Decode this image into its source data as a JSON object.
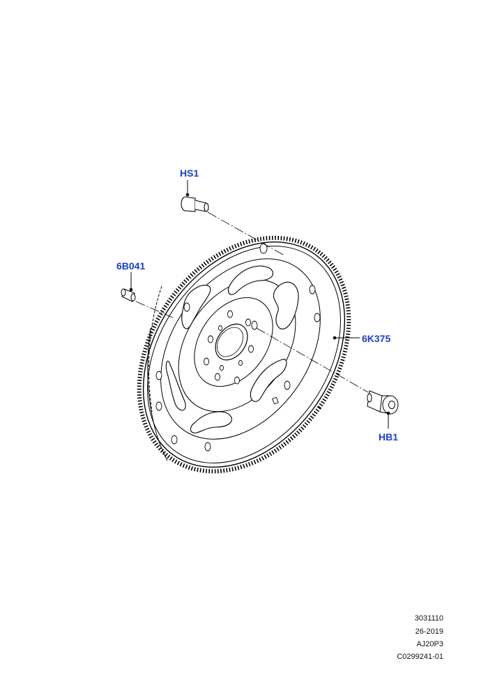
{
  "callouts": {
    "hs1": "HS1",
    "b6041": "6B041",
    "k6375": "6K375",
    "hb1": "HB1"
  },
  "meta": {
    "line1": "3031110",
    "line2": "26-2019",
    "line3": "AJ20P3",
    "line4": "C0299241-01"
  },
  "colors": {
    "callout": "#1a3fc4",
    "line": "#000000"
  }
}
